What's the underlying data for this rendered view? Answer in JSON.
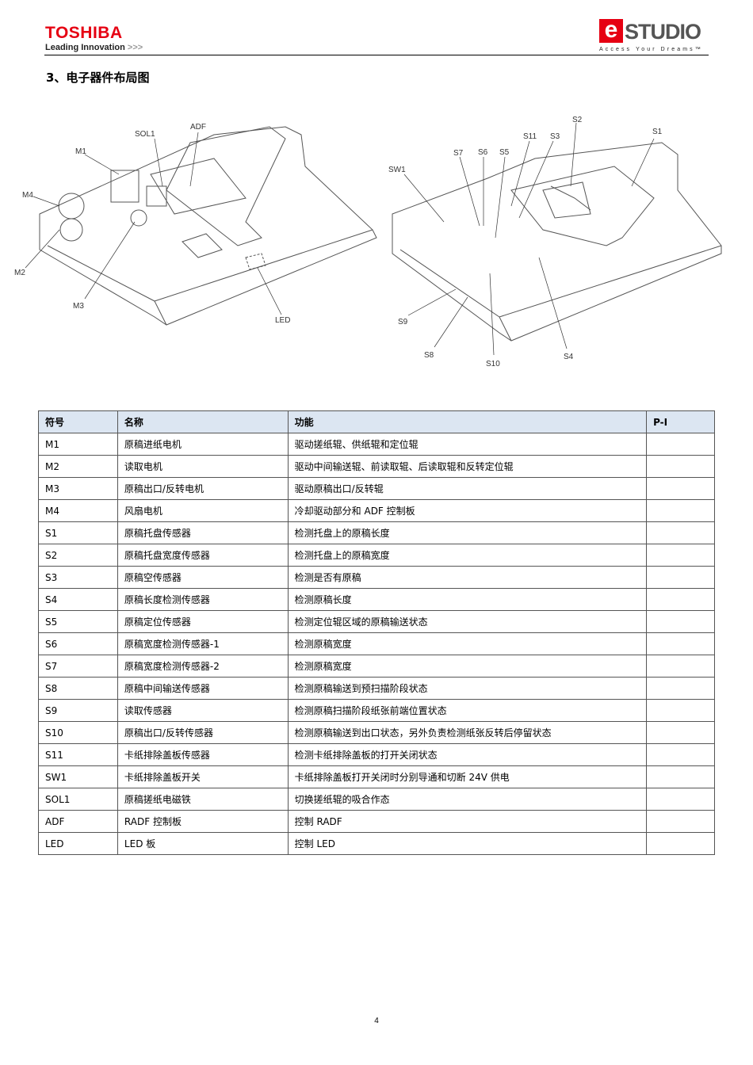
{
  "header": {
    "brand": "TOSHIBA",
    "tagline": "Leading Innovation",
    "tagline_arrows": ">>>",
    "product_e": "e",
    "product_rest": "STUDIO",
    "product_slogan": "Access Your Dreams™"
  },
  "section_title": "3、电子器件布局图",
  "diagram_left": {
    "labels": [
      "SOL1",
      "ADF",
      "M1",
      "M4",
      "M2",
      "M3",
      "LED"
    ]
  },
  "diagram_right": {
    "labels": [
      "S2",
      "S1",
      "S11",
      "S3",
      "S7",
      "S6",
      "S5",
      "SW1",
      "S9",
      "S8",
      "S10",
      "S4"
    ]
  },
  "table": {
    "headers": [
      "符号",
      "名称",
      "功能",
      "P-I"
    ],
    "rows": [
      [
        "M1",
        "原稿进纸电机",
        "驱动搓纸辊、供纸辊和定位辊",
        ""
      ],
      [
        "M2",
        "读取电机",
        "驱动中间输送辊、前读取辊、后读取辊和反转定位辊",
        ""
      ],
      [
        "M3",
        "原稿出口/反转电机",
        "驱动原稿出口/反转辊",
        ""
      ],
      [
        "M4",
        "风扇电机",
        "冷却驱动部分和 ADF 控制板",
        ""
      ],
      [
        "S1",
        "原稿托盘传感器",
        "检测托盘上的原稿长度",
        ""
      ],
      [
        "S2",
        "原稿托盘宽度传感器",
        "检测托盘上的原稿宽度",
        ""
      ],
      [
        "S3",
        "原稿空传感器",
        "检测是否有原稿",
        ""
      ],
      [
        "S4",
        "原稿长度检测传感器",
        "检测原稿长度",
        ""
      ],
      [
        "S5",
        "原稿定位传感器",
        "检测定位辊区域的原稿输送状态",
        ""
      ],
      [
        "S6",
        "原稿宽度检测传感器-1",
        "检测原稿宽度",
        ""
      ],
      [
        "S7",
        "原稿宽度检测传感器-2",
        "检测原稿宽度",
        ""
      ],
      [
        "S8",
        "原稿中间输送传感器",
        "检测原稿输送到预扫描阶段状态",
        ""
      ],
      [
        "S9",
        "读取传感器",
        "检测原稿扫描阶段纸张前端位置状态",
        ""
      ],
      [
        "S10",
        "原稿出口/反转传感器",
        "检测原稿输送到出口状态，另外负责检测纸张反转后停留状态",
        ""
      ],
      [
        "S11",
        "卡纸排除盖板传感器",
        "检测卡纸排除盖板的打开关闭状态",
        ""
      ],
      [
        "SW1",
        "卡纸排除盖板开关",
        "卡纸排除盖板打开关闭时分别导通和切断 24V 供电",
        ""
      ],
      [
        "SOL1",
        "原稿搓纸电磁铁",
        "切换搓纸辊的吸合作态",
        ""
      ],
      [
        "ADF",
        "RADF 控制板",
        "控制 RADF",
        ""
      ],
      [
        "LED",
        "LED 板",
        "控制 LED",
        ""
      ]
    ]
  },
  "page_number": "4"
}
